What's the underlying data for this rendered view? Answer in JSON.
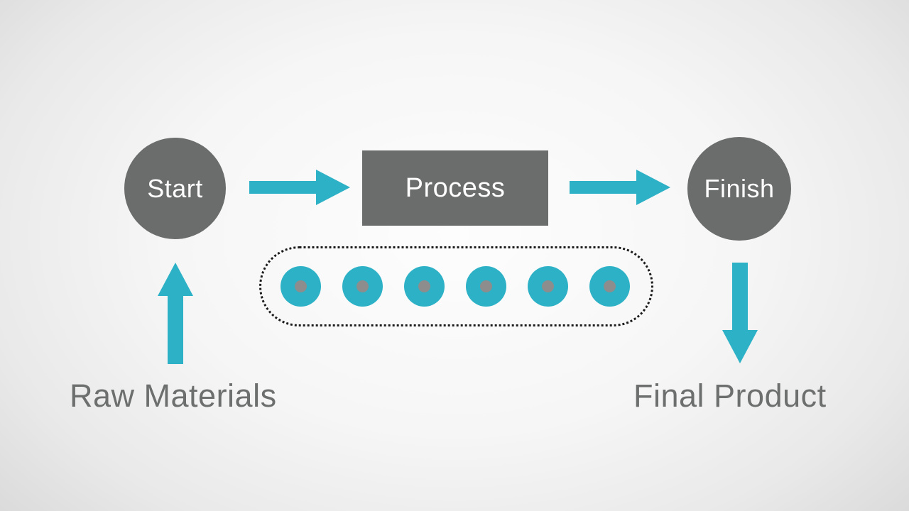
{
  "diagram": {
    "nodes": {
      "start": {
        "label": "Start",
        "shape": "circle"
      },
      "process": {
        "label": "Process",
        "shape": "rectangle"
      },
      "finish": {
        "label": "Finish",
        "shape": "circle"
      }
    },
    "flow": [
      "Raw Materials -> Start",
      "Start -> Process",
      "Process -> Finish",
      "Finish -> Final Product"
    ],
    "conveyor": {
      "count": 6
    },
    "labels": {
      "raw_materials": "Raw Materials",
      "final_product": "Final Product"
    },
    "colors": {
      "node_gray": "#6b6c6c",
      "accent_teal": "#2cb1c6",
      "label_gray": "#6d6e6e",
      "dot_gray": "#8d8d8d",
      "outline_black": "#1c1c1c"
    }
  }
}
